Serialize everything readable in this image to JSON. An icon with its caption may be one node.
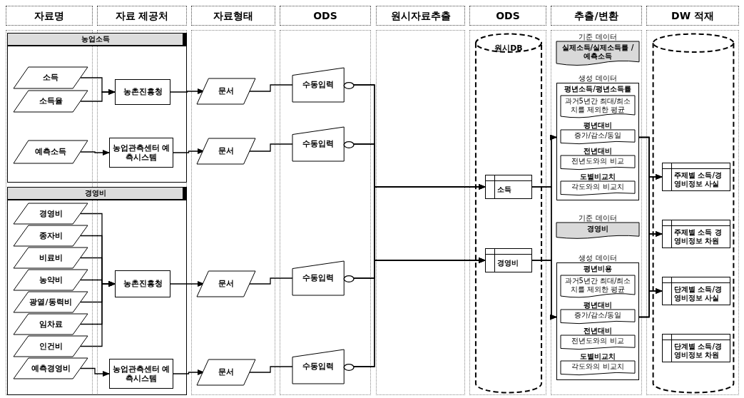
{
  "diagram": {
    "nodes": [
      {
        "text": [
          "자료명"
        ]
      },
      {
        "text": [
          "자료 제공처"
        ]
      },
      {
        "text": [
          "자료형태"
        ]
      },
      {
        "text": [
          "ODS"
        ]
      },
      {
        "text": [
          "원시자료추출"
        ]
      },
      {
        "text": [
          "ODS"
        ]
      },
      {
        "text": [
          "추출/변환"
        ]
      },
      {
        "text": [
          "DW 적재"
        ]
      },
      {
        "text": [
          "농업소득"
        ]
      },
      {
        "text": [
          "소득"
        ],
        "in": 8
      },
      {
        "text": [
          "소득율"
        ],
        "in": 8
      },
      {
        "text": [
          "예측소득"
        ],
        "in": 8
      },
      {
        "text": [
          "농촌진흥청"
        ],
        "in": 8
      },
      {
        "text": [
          "농업관측센터 예측시스템"
        ],
        "in": 8
      },
      {
        "text": [
          "경영비"
        ]
      },
      {
        "text": [
          "경영비"
        ],
        "in": 14
      },
      {
        "text": [
          "종자비"
        ],
        "in": 14
      },
      {
        "text": [
          "비료비"
        ],
        "in": 14
      },
      {
        "text": [
          "농약비"
        ],
        "in": 14
      },
      {
        "text": [
          "광열/동력비"
        ],
        "in": 14
      },
      {
        "text": [
          "임차료"
        ],
        "in": 14
      },
      {
        "text": [
          "인건비"
        ],
        "in": 14
      },
      {
        "text": [
          "예측경영비"
        ],
        "in": 14
      },
      {
        "text": [
          "농촌진흥청"
        ],
        "in": 14
      },
      {
        "text": [
          "농업관측센터 예측시스템"
        ],
        "in": 14
      },
      {
        "text": [
          "문서"
        ]
      },
      {
        "text": [
          "문서"
        ]
      },
      {
        "text": [
          "문서"
        ]
      },
      {
        "text": [
          "문서"
        ]
      },
      {
        "text": [
          "수동입력"
        ]
      },
      {
        "text": [
          "수동입력"
        ]
      },
      {
        "text": [
          "수동입력"
        ]
      },
      {
        "text": [
          "수동입력"
        ]
      },
      {
        "text": [
          "원시DB"
        ]
      },
      {
        "text": [
          "소득"
        ],
        "in": 33
      },
      {
        "text": [
          "경영비"
        ],
        "in": 33
      },
      {
        "text": [
          "기준 데이터",
          "실제소득/실제소득률 / 예측소득"
        ]
      },
      {
        "text": [
          "생성 데이터",
          "평년소득/평년소득률"
        ]
      },
      {
        "text": [
          "과거5년간 최대/최소치를 제외한 평균"
        ],
        "in": 37
      },
      {
        "text": [
          "평년대비",
          "증가/감소/동일"
        ],
        "in": 37
      },
      {
        "text": [
          "전년대비",
          "전년도와의 비교"
        ],
        "in": 37
      },
      {
        "text": [
          "도별비교치",
          "각도와의 비교치"
        ],
        "in": 37
      },
      {
        "text": [
          "기준 데이터",
          "경영비"
        ]
      },
      {
        "text": [
          "생성 데이터",
          "평년비용"
        ]
      },
      {
        "text": [
          "과거5년간 최대/최소치를 제외한 평균"
        ],
        "in": 43
      },
      {
        "text": [
          "평년대비",
          "증가/감소/동일"
        ],
        "in": 43
      },
      {
        "text": [
          "전년대비",
          "전년도와의 비교"
        ],
        "in": 43
      },
      {
        "text": [
          "도별비교치",
          "각도와의 비교치"
        ],
        "in": 43
      },
      {
        "text": [],
        "shape": "cylinder"
      },
      {
        "text": [
          "주제별 소득/경영비정보 사실"
        ],
        "in": 48
      },
      {
        "text": [
          "주제별 소득 경영비정보 차원"
        ],
        "in": 48
      },
      {
        "text": [
          "단계별 소득/경영비정보 사실"
        ],
        "in": 48
      },
      {
        "text": [
          "단계별 소득/경영비정보 차원"
        ],
        "in": 48
      }
    ],
    "edges": [
      {
        "from": 9,
        "to": 12,
        "arrow": "to"
      },
      {
        "from": 10,
        "to": 12,
        "arrow": "to"
      },
      {
        "from": 11,
        "to": 13,
        "arrow": "to"
      },
      {
        "from": 15,
        "to": 23,
        "arrow": "to"
      },
      {
        "from": 16,
        "to": 23,
        "arrow": "to"
      },
      {
        "from": 17,
        "to": 23,
        "arrow": "to"
      },
      {
        "from": 18,
        "to": 23,
        "arrow": "to"
      },
      {
        "from": 19,
        "to": 23,
        "arrow": "to"
      },
      {
        "from": 20,
        "to": 23,
        "arrow": "to"
      },
      {
        "from": 21,
        "to": 23,
        "arrow": "to"
      },
      {
        "from": 22,
        "to": 24,
        "arrow": "to"
      },
      {
        "from": 12,
        "to": 25,
        "arrow": "to"
      },
      {
        "from": 13,
        "to": 26,
        "arrow": "to"
      },
      {
        "from": 23,
        "to": 27,
        "arrow": "to"
      },
      {
        "from": 24,
        "to": 28,
        "arrow": "to"
      },
      {
        "from": 25,
        "to": 29,
        "arrow": "none"
      },
      {
        "from": 26,
        "to": 30,
        "arrow": "none"
      },
      {
        "from": 27,
        "to": 31,
        "arrow": "none"
      },
      {
        "from": 28,
        "to": 32,
        "arrow": "none"
      },
      {
        "from": 29,
        "to": 34,
        "arrow": "to"
      },
      {
        "from": 30,
        "to": 34,
        "arrow": "to"
      },
      {
        "from": 31,
        "to": 34,
        "arrow": "to"
      },
      {
        "from": 32,
        "to": 34,
        "arrow": "to"
      },
      {
        "from": 29,
        "to": 35,
        "arrow": "to"
      },
      {
        "from": 30,
        "to": 35,
        "arrow": "to"
      },
      {
        "from": 31,
        "to": 35,
        "arrow": "to"
      },
      {
        "from": 32,
        "to": 35,
        "arrow": "to"
      },
      {
        "from": 34,
        "to": 37,
        "arrow": "to"
      },
      {
        "from": 34,
        "to": 43,
        "arrow": "to"
      },
      {
        "from": 35,
        "to": 37,
        "arrow": "to"
      },
      {
        "from": 35,
        "to": 43,
        "arrow": "to"
      },
      {
        "from": 37,
        "to": 49,
        "arrow": "to"
      },
      {
        "from": 37,
        "to": 50,
        "arrow": "to"
      },
      {
        "from": 37,
        "to": 51,
        "arrow": "to"
      },
      {
        "from": 43,
        "to": 49,
        "arrow": "to"
      },
      {
        "from": 43,
        "to": 50,
        "arrow": "to"
      },
      {
        "from": 43,
        "to": 51,
        "arrow": "to"
      }
    ]
  }
}
